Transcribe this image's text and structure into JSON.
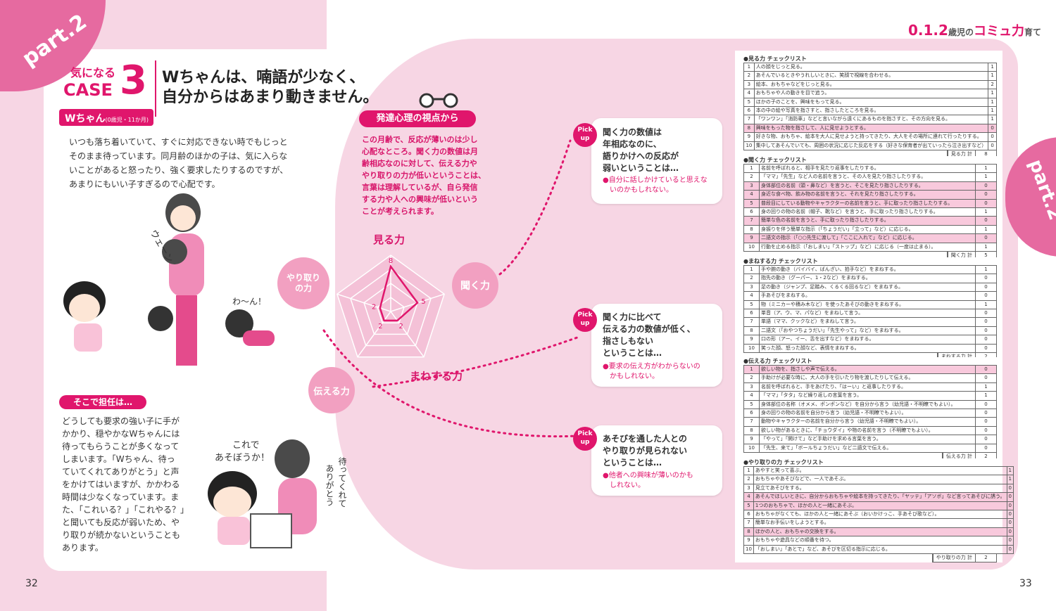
{
  "header": {
    "part_tab_left": "part.2",
    "part_tab_right": "part.2",
    "series": "0.1.2",
    "series_text": "歳児の",
    "series_accent": "コミュ力",
    "series_end": "育て"
  },
  "case": {
    "label_top": "気になる",
    "label_case": "CASE",
    "number": "3",
    "title_line1": "Wちゃんは、喃語が少なく、",
    "title_line2": "自分からはあまり動きません。",
    "child_name": "Wちゃん",
    "child_age": "(0歳児・11か月)"
  },
  "intro": [
    "いつも落ち着いていて、すぐに対応できない時でもじっと",
    "そのまま待っています。同月齢のほかの子は、気に入らな",
    "いことがあると怒ったり、強く要求したりするのですが、",
    "あまりにもいい子すぎるので心配です。"
  ],
  "illustration": {
    "cry1": "ウェーン",
    "cry2": "わ〜ん！",
    "speech1": "これで",
    "speech2": "あそぼうか！",
    "speech3": "待ってくれて",
    "speech4": "ありがとう"
  },
  "teacher": {
    "heading": "そこで担任は…",
    "lines": [
      "どうしても要求の強い子に手が",
      "かかり、穏やかなWちゃんには",
      "待ってもらうことが多くなって",
      "しまいます。「Wちゃん、待っ",
      "ていてくれてありがとう」と声",
      "をかけてはいますが、かかわる",
      "時間は少なくなっています。ま",
      "た、「これいる？」「これやる？」",
      "と聞いても反応が弱いため、や",
      "り取りが続かないということも",
      "あります。"
    ]
  },
  "view": {
    "heading": "発達心理の視点から",
    "lines": [
      "この月齢で、反応が薄いのは少し",
      "心配なところ。聞く力の数値は月",
      "齢相応なのに対して、伝える力や",
      "やり取りの力が低いということは、",
      "言葉は理解しているが、自ら発信",
      "する力や人への興味が低いという",
      "ことが考えられます。"
    ]
  },
  "radar": {
    "labels": [
      "見る力",
      "聞く力",
      "まねする力",
      "伝える力",
      "やり取りの力"
    ],
    "values": [
      8,
      5,
      2,
      2,
      2
    ],
    "max": 10
  },
  "pickups": [
    {
      "badge1": "Pick",
      "badge2": "up",
      "lines": [
        "聞く力の数値は",
        "年相応なのに、",
        "語りかけへの反応が",
        "弱いということは…"
      ],
      "note": [
        "●自分に話しかけていると思えな",
        "いのかもしれない。"
      ]
    },
    {
      "badge1": "Pick",
      "badge2": "up",
      "lines": [
        "聞く力に比べて",
        "伝える力の数値が低く、",
        "指さしもない",
        "ということは…"
      ],
      "note": [
        "●要求の伝え方がわからないの",
        "かもしれない。"
      ]
    },
    {
      "badge1": "Pick",
      "badge2": "up",
      "lines": [
        "あそびを通した人との",
        "やり取りが見られない",
        "ということは…"
      ],
      "note": [
        "●他者への興味が薄いのかも",
        "しれない。"
      ]
    }
  ],
  "checklists": [
    {
      "title": "●見る力 チェックリスト",
      "total_label": "見る力 計",
      "total": "8",
      "rows": [
        {
          "n": "1",
          "t": "人の顔をじっと見る。",
          "v": "1"
        },
        {
          "n": "2",
          "t": "あそんでいるときやうれしいときに、笑顔で視線を合わせる。",
          "v": "1"
        },
        {
          "n": "3",
          "t": "絵本、おもちゃなどをじっと見る。",
          "v": "2"
        },
        {
          "n": "4",
          "t": "おもちゃや人の動きを目で追う。",
          "v": "1"
        },
        {
          "n": "5",
          "t": "ほかの子のことを、興味をもって見る。",
          "v": "1"
        },
        {
          "n": "6",
          "t": "本の中の絵や写真を指さすと、指さしたところを見る。",
          "v": "1"
        },
        {
          "n": "7",
          "t": "「ワンワン」「消防車」などと言いながら遠くにあるものを指さすと、その方向を見る。",
          "v": "1"
        },
        {
          "n": "8",
          "t": "興味をもった物を指さして、人に見せようとする。",
          "v": "0",
          "hl": true
        },
        {
          "n": "9",
          "t": "好きな物、おもちゃ、絵本を大人に見せようと持ってきたり、大人をその場所に連れて行ったりする。",
          "v": "0"
        },
        {
          "n": "10",
          "t": "集中してあそんでいても、周囲の状況に応じた反応をする（好きな保育者が出ていったら泣き出すなど）",
          "v": "0"
        }
      ]
    },
    {
      "title": "●聞く力 チェックリスト",
      "total_label": "聞く力 計",
      "total": "5",
      "rows": [
        {
          "n": "1",
          "t": "名前を呼ばれると、相手を見たり返事をしたりする。",
          "v": "1"
        },
        {
          "n": "2",
          "t": "「ママ」「先生」など人の名前を言うと、その人を見たり指さしたりする。",
          "v": "1"
        },
        {
          "n": "3",
          "t": "身体部位の名前（頭・鼻など）を言うと、そこを見たり指さしたりする。",
          "v": "0",
          "hl": true
        },
        {
          "n": "4",
          "t": "身近な食べ物、飲み物の名前を言うと、それを見たり指さしたりする。",
          "v": "0",
          "hl": true
        },
        {
          "n": "5",
          "t": "普段目にしている動物やキャラクターの名前を言うと、手に取ったり指さしたりする。",
          "v": "0",
          "hl": true
        },
        {
          "n": "6",
          "t": "身の回りの物の名前（帽子、靴など）を言うと、手に取ったり指さしたりする。",
          "v": "1"
        },
        {
          "n": "7",
          "t": "簡単な色の名前を言うと、手に取ったり指さしたりする。",
          "v": "0",
          "hl": true
        },
        {
          "n": "8",
          "t": "身振りを伴う簡単な指示（「ちょうだい」「立って」など）に応じる。",
          "v": "1"
        },
        {
          "n": "9",
          "t": "二語文の指示（「○○先生に渡して」「ここに入れて」など）に応じる。",
          "v": "0",
          "hl": true
        },
        {
          "n": "10",
          "t": "行動を止める指示（「おしまい」「ストップ」など）に応じる（一度は止まる）。",
          "v": "1"
        }
      ]
    },
    {
      "title": "●まねする力 チェックリスト",
      "total_label": "まねする力 計",
      "total": "2",
      "rows": [
        {
          "n": "1",
          "t": "手や腕の動き（バイバイ、ばんざい、拍手など）をまねする。",
          "v": "1"
        },
        {
          "n": "2",
          "t": "指先の動き（グーパー、1・2など）をまねする。",
          "v": "0"
        },
        {
          "n": "3",
          "t": "足の動き（ジャンプ、足踏み、くるくる回るなど）をまねする。",
          "v": "0"
        },
        {
          "n": "4",
          "t": "手あそびをまねする。",
          "v": "0"
        },
        {
          "n": "5",
          "t": "物（ミニカーや積み木など）を使ったあそびの動きをまねする。",
          "v": "1"
        },
        {
          "n": "6",
          "t": "単音（ア、ウ、マ、パなど）をまねして言う。",
          "v": "0"
        },
        {
          "n": "7",
          "t": "単語（ママ、クックなど）をまねして言う。",
          "v": "0"
        },
        {
          "n": "8",
          "t": "二語文（「おやつちょうだい」「先生やって」など）をまねする。",
          "v": "0"
        },
        {
          "n": "9",
          "t": "口の形（アー、イー、舌を出すなど）をまねする。",
          "v": "0"
        },
        {
          "n": "10",
          "t": "笑った顔、怒った顔など、表情をまねする。",
          "v": "0"
        }
      ]
    },
    {
      "title": "●伝える力 チェックリスト",
      "total_label": "伝える力 計",
      "total": "2",
      "rows": [
        {
          "n": "1",
          "t": "欲しい物を、指さしや声で伝える。",
          "v": "0",
          "hl": true
        },
        {
          "n": "2",
          "t": "手助けが必要な時に、大人の手を引いたり物を渡したりして伝える。",
          "v": "0"
        },
        {
          "n": "3",
          "t": "名前を呼ばれると、手をあげたり、「はーい」と返事したりする。",
          "v": "1"
        },
        {
          "n": "4",
          "t": "「ママ」「タタ」など繰り返しの言葉を言う。",
          "v": "1"
        },
        {
          "n": "5",
          "t": "身体部位の名称（オメメ、ポンポンなど）を自分から言う（幼児語・不明瞭でもよい）。",
          "v": "0"
        },
        {
          "n": "6",
          "t": "身の回りの物の名前を自分から言う（幼児語・不明瞭でもよい）。",
          "v": "0"
        },
        {
          "n": "7",
          "t": "動物やキャラクターの名前を自分から言う（幼児語・不明瞭でもよい）。",
          "v": "0"
        },
        {
          "n": "8",
          "t": "欲しい物があるときに、「チョウダイ」や物の名前を言う（不明瞭でもよい）。",
          "v": "0"
        },
        {
          "n": "9",
          "t": "「やって」「開けて」など手助けを求める言葉を言う。",
          "v": "0"
        },
        {
          "n": "10",
          "t": "「先生、来て」「ボールちょうだい」など二語文で伝える。",
          "v": "0"
        }
      ]
    },
    {
      "title": "●やり取りの力 チェックリスト",
      "total_label": "やり取りの力 計",
      "total": "2",
      "rows": [
        {
          "n": "1",
          "t": "あやすと笑って喜ぶ。",
          "v": "1"
        },
        {
          "n": "2",
          "t": "おもちゃやあそびなどで、一人であそぶ。",
          "v": "1"
        },
        {
          "n": "3",
          "t": "見立てあそびをする。",
          "v": "0"
        },
        {
          "n": "4",
          "t": "あそんでほしいときに、自分からおもちゃや絵本を持ってきたり、「ヤッテ」「アソボ」など言ってあそびに誘う。",
          "v": "0",
          "hl": true
        },
        {
          "n": "5",
          "t": "1つのおもちゃで、ほかの人と一緒にあそぶ。",
          "v": "0",
          "hl": true
        },
        {
          "n": "6",
          "t": "おもちゃがなくても、ほかの人と一緒にあそぶ（おいかけっこ、手あそび歌など）。",
          "v": "0"
        },
        {
          "n": "7",
          "t": "簡単なお手伝いをしようとする。",
          "v": "0"
        },
        {
          "n": "8",
          "t": "ほかの人と、おもちゃの交換をする。",
          "v": "0",
          "hl": true
        },
        {
          "n": "9",
          "t": "おもちゃや遊具などの順番を待つ。",
          "v": "0"
        },
        {
          "n": "10",
          "t": "「おしまい」「あとで」など、あそびを区切る指示に応じる。",
          "v": "0"
        }
      ]
    }
  ],
  "page_left": "32",
  "page_right": "33"
}
